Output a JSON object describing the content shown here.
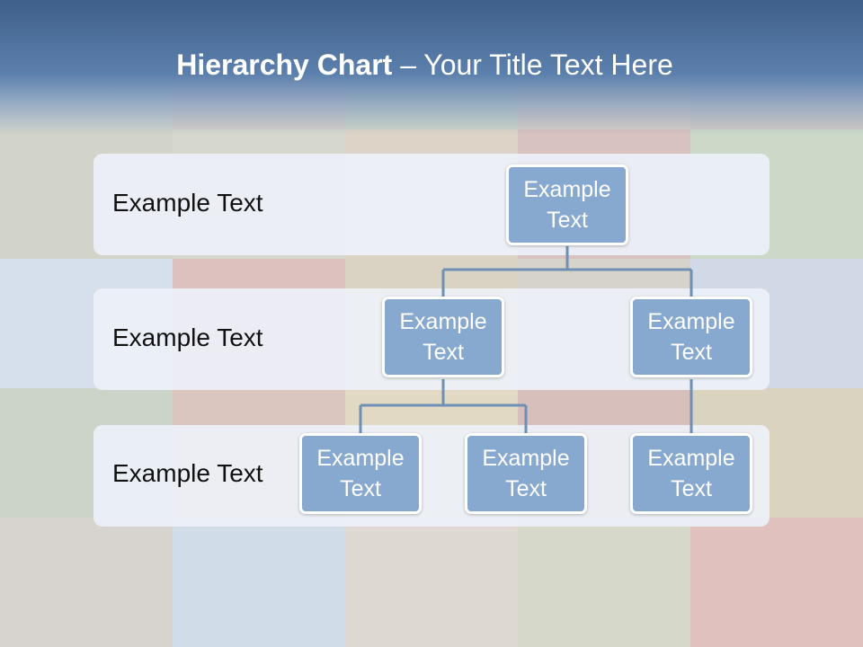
{
  "title": {
    "bold": "Hierarchy Chart",
    "rest": " – Your Title Text Here"
  },
  "bands": [
    {
      "label": "Example Text"
    },
    {
      "label": "Example Text"
    },
    {
      "label": "Example Text"
    }
  ],
  "nodes": {
    "root": "Example Text",
    "level2_left": "Example Text",
    "level2_right": "Example Text",
    "level3_a": "Example Text",
    "level3_b": "Example Text",
    "level3_c": "Example Text"
  },
  "colors": {
    "header": "#4a6d99",
    "node": "#88a9cf",
    "connector": "#6f8fb3",
    "band": "#edf2f9"
  }
}
